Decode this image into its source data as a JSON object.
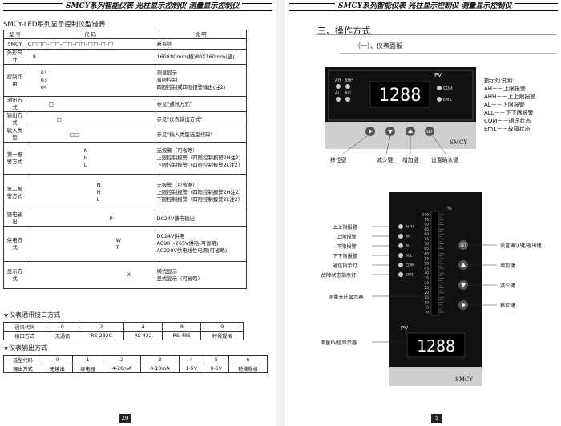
{
  "left": {
    "header_brand": "SMCY系列智能仪表",
    "header_tag1": "光柱显示控制仪",
    "header_tag2": "测量显示控制仪",
    "catalog_title": "SMCY-LED系列显示控制仪型谱表",
    "table_head": {
      "model": "型 号",
      "code": "代 码",
      "desc": "说 明"
    },
    "rows": [
      {
        "label": "SMCY",
        "code": "C□□□-□□-□□-□□-□□-□-□",
        "desc": "新系列"
      },
      {
        "label": "外形尺寸",
        "code": "8",
        "desc": "160X80mm(横)80X160mm(竖)"
      },
      {
        "label": "控制作用",
        "codes": [
          "01",
          "03",
          "04"
        ],
        "descs": [
          "测量显示",
          "双限控制",
          "四限控制或四限报警输出(注2)"
        ]
      },
      {
        "label": "通讯方式",
        "code": "□",
        "desc": "参见\"通讯方式\""
      },
      {
        "label": "输出方式",
        "code": "□",
        "desc": "参见\"仪表输出方式\""
      },
      {
        "label": "输入类型",
        "code": "□□",
        "desc": "参见\"输入类型选型代码\""
      },
      {
        "label": "第一报警方式",
        "codes": [
          "N",
          "H",
          "L"
        ],
        "descs": [
          "无报警（可省略）",
          "上限控制报警（四限控制报警2H注2）",
          "下限控制报警（四限控制报警2L注2）"
        ]
      },
      {
        "label": "第二报警方式",
        "codes": [
          "N",
          "H",
          "L"
        ],
        "descs": [
          "无报警（可省略）",
          "上限控制报警（四限控制报警2H注2）",
          "下限控制报警（四限控制报警2L注2）"
        ]
      },
      {
        "label": "馈电输出",
        "code": "P",
        "desc": "DC24V馈电输出"
      },
      {
        "label": "供电方式",
        "codes": [
          "W",
          "T"
        ],
        "descs": [
          "DC24V供电",
          "AC90～265V供电(可省略)",
          "AC220V供电线性电源(可省略)"
        ]
      },
      {
        "label": "显示方式",
        "code": "X",
        "descs": [
          "横式显示",
          "竖式显示（可省略）"
        ]
      }
    ],
    "comm_title": "★仪表通讯接口方式",
    "comm_table": {
      "codes": [
        "通讯代码",
        "0",
        "2",
        "4",
        "8",
        "9"
      ],
      "modes": [
        "接口方式",
        "无通讯",
        "RS-232C",
        "RS-422",
        "RS-485",
        "特殊规格"
      ]
    },
    "out_title": "★仪表输出方式",
    "out_table": {
      "codes": [
        "选型代码",
        "0",
        "1",
        "2",
        "3",
        "4",
        "5",
        "6"
      ],
      "modes": [
        "输出方式",
        "无输出",
        "继电器",
        "4-20mA",
        "0-10mA",
        "1-5V",
        "0-5V",
        "特殊规格"
      ]
    },
    "page_num": "20"
  },
  "right": {
    "header_brand": "SMCY系列智能仪表",
    "header_tag1": "光柱显示控制仪",
    "header_tag2": "测量显示控制仪",
    "section_title": "三、操作方式",
    "subsection_title": "（一）、仪表面板",
    "panel": {
      "pv_label": "PV",
      "display_value": "1288",
      "led_labels": [
        "AH",
        "AHH",
        "AL",
        "ALL"
      ],
      "status_labels": [
        "COM",
        "EM1"
      ],
      "brand": "SMCY",
      "button_labels": [
        "移位键",
        "减少键",
        "增加键",
        "设置确认键"
      ],
      "set_text": "SET"
    },
    "legend": [
      "指示灯说明:",
      "AH－－上限报警",
      "AHH－－上上限报警",
      "AL－－下限报警",
      "ALL－－下下限报警",
      "COM－－通讯状态",
      "Em1－－故障状态"
    ],
    "vertical": {
      "led_labels": [
        "AHH",
        "AH",
        "AL",
        "ALL",
        "COM",
        "EM1"
      ],
      "left_annotations": [
        "上上限报警",
        "上限报警",
        "下限报警",
        "下下限报警",
        "通信指示灯",
        "故障状态指示灯"
      ],
      "bar_label": "测量光柱显示器",
      "pv_label_text": "测量PV值显示器",
      "scale": [
        "100",
        "95",
        "90",
        "85",
        "80",
        "75",
        "70",
        "65",
        "60",
        "55",
        "50",
        "45",
        "40",
        "35",
        "30",
        "25",
        "20",
        "15",
        "10",
        "5",
        "0"
      ],
      "unit": "%",
      "pv_label": "PV",
      "display_value": "1288",
      "brand": "SMCY",
      "set_text": "SET",
      "right_annotations": [
        "设置确认键/退出键",
        "增加键",
        "减少键",
        "移位键"
      ]
    },
    "page_num": "5"
  }
}
